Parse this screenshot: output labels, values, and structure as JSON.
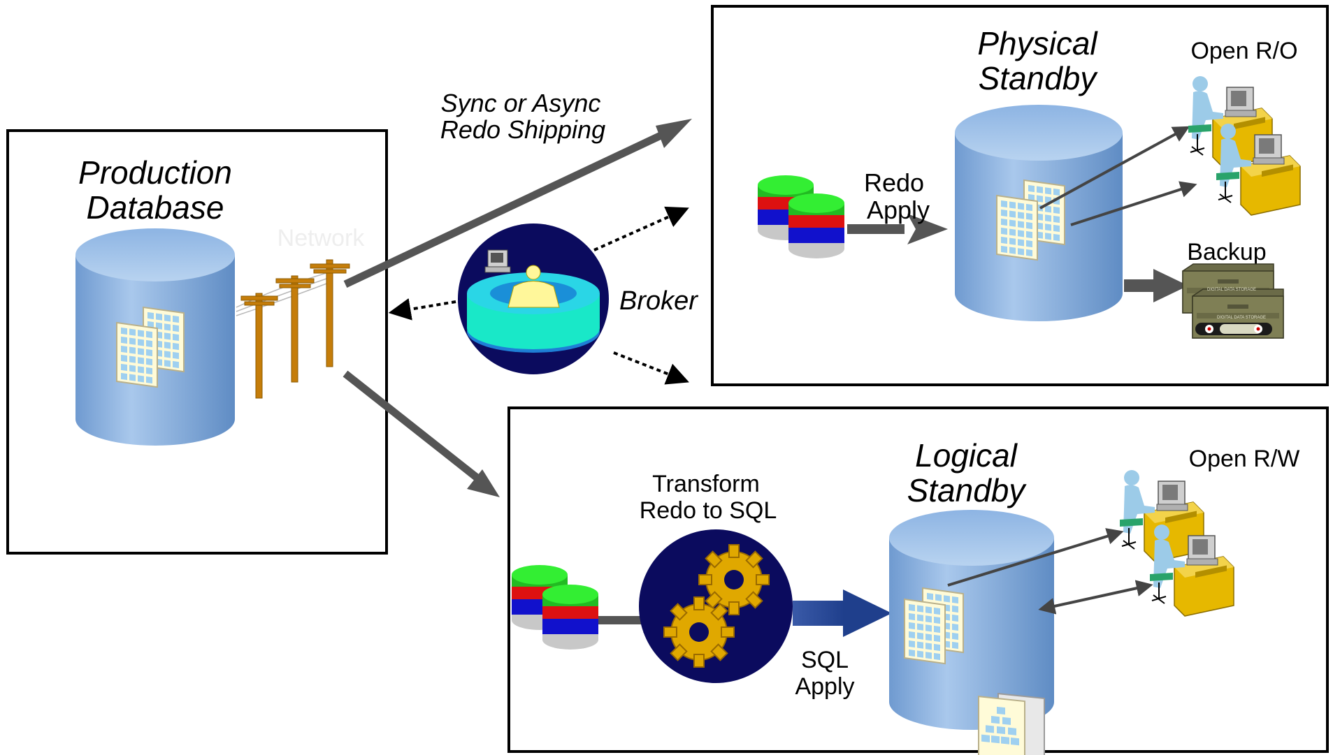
{
  "production": {
    "title_line1": "Production",
    "title_line2": "Database",
    "network_label": "Network"
  },
  "shipping": {
    "label_line1": "Sync or Async",
    "label_line2": "Redo Shipping"
  },
  "broker": {
    "label": "Broker"
  },
  "physical": {
    "title_line1": "Physical",
    "title_line2": "Standby",
    "apply_line1": "Redo",
    "apply_line2": "Apply",
    "open_label": "Open R/O",
    "backup_label": "Backup",
    "tape_label": "DIGITAL DATA STORAGE"
  },
  "logical": {
    "title_line1": "Logical",
    "title_line2": "Standby",
    "transform_line1": "Transform",
    "transform_line2": "Redo to SQL",
    "apply_line1": "SQL",
    "apply_line2": "Apply",
    "open_label": "Open R/W"
  },
  "colors": {
    "cylinder": "#7fa9d8",
    "arrow": "#555555",
    "broker_circle": "#0b0b5e",
    "log_green": "#22dd22",
    "log_red": "#dd1111",
    "log_blue": "#1111cc",
    "desk_yellow": "#e6b800",
    "person_blue": "#9ccbe8"
  },
  "icons": [
    "telephone-pole-icon",
    "redo-log-stack-icon",
    "user-workstation-icon",
    "tape-cartridge-icon",
    "gears-icon",
    "broker-operator-icon",
    "data-pages-icon"
  ]
}
